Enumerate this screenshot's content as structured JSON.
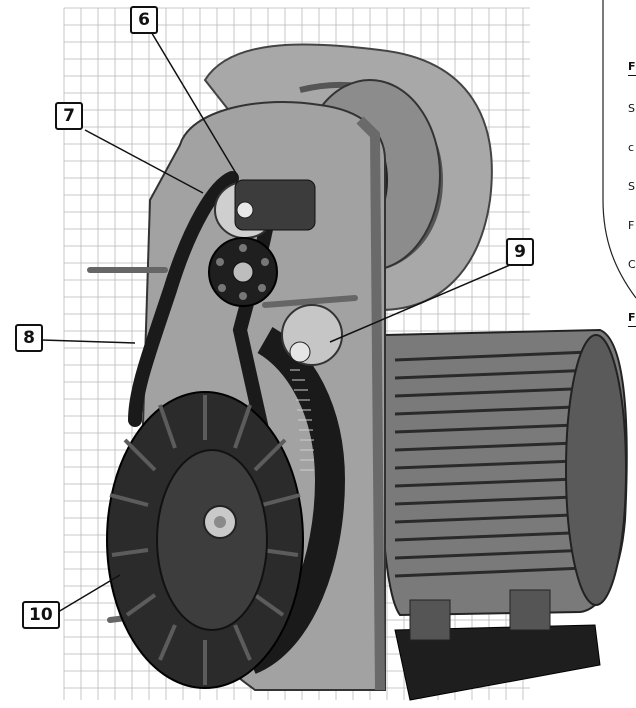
{
  "callouts": [
    {
      "id": "6",
      "label": "6"
    },
    {
      "id": "7",
      "label": "7"
    },
    {
      "id": "8",
      "label": "8"
    },
    {
      "id": "9",
      "label": "9"
    },
    {
      "id": "10",
      "label": "10"
    }
  ],
  "side_text": {
    "line1": "F",
    "line2": "S",
    "line3": "c",
    "line4": "S",
    "line5": "F",
    "line6": "C",
    "line7": "F"
  },
  "colors": {
    "grid": "#b9b9b9",
    "metal": "#9a9a9a",
    "dark_metal": "#3a3a3a",
    "belt": "#1a1a1a",
    "fan_wheel": "#2b2b2b"
  }
}
